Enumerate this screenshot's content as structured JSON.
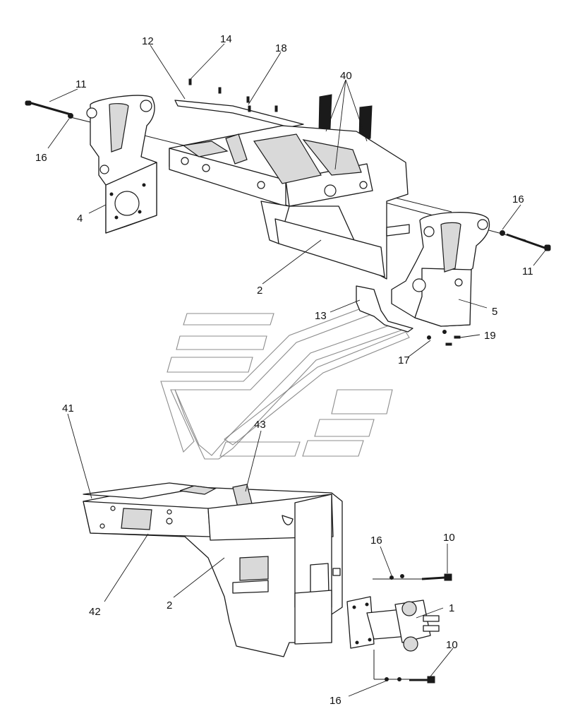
{
  "callouts": {
    "c12": "12",
    "c14": "14",
    "c18": "18",
    "c40": "40",
    "c11a": "11",
    "c16a": "16",
    "c4": "4",
    "c16b": "16",
    "c11b": "11",
    "c2a": "2",
    "c13": "13",
    "c5": "5",
    "c19": "19",
    "c17": "17",
    "c41": "41",
    "c43": "43",
    "c42": "42",
    "c2b": "2",
    "c16c": "16",
    "c10a": "10",
    "c1": "1",
    "c10b": "10",
    "c16d": "16"
  }
}
